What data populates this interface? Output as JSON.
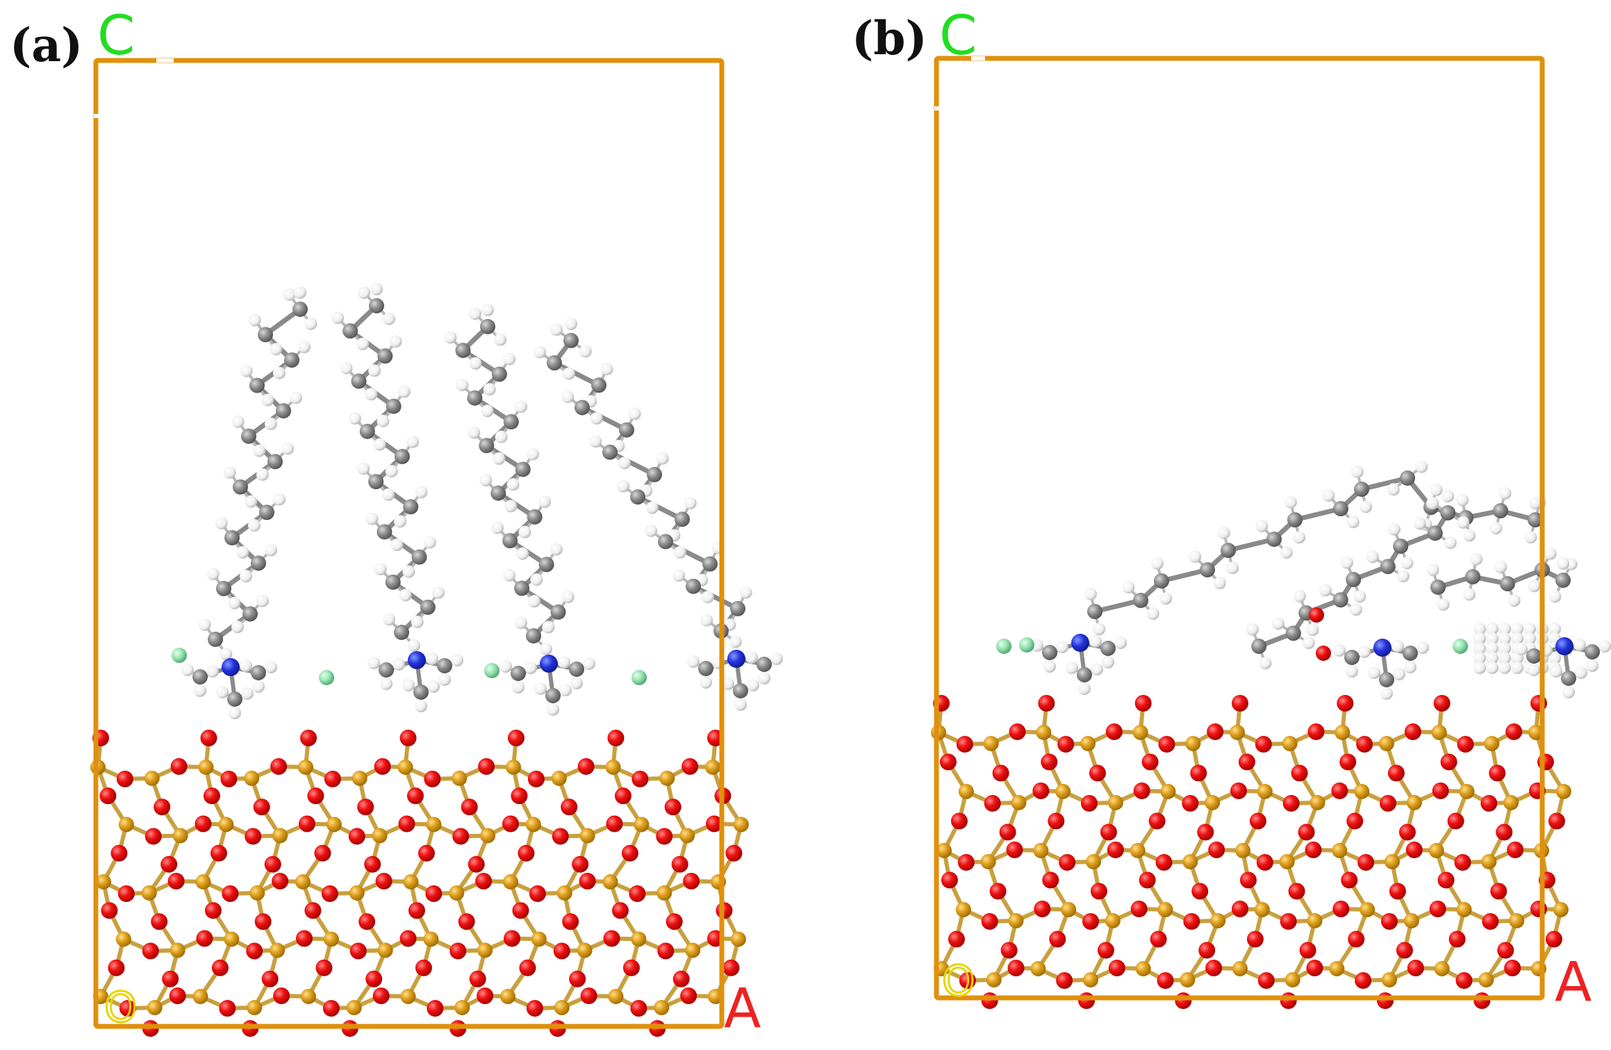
{
  "panels": [
    {
      "id": "a",
      "label": "(a)",
      "axis_labels": {
        "c": "C",
        "a": "A",
        "origin": "O"
      },
      "molecules": "surfactant chains standing upright",
      "colors": {
        "box": "#e0900c",
        "carbon": "#8a8a8a",
        "hydrogen": "#f2f2f2",
        "nitrogen": "#2233dd",
        "oxygen": "#ee1111",
        "silicon": "#e0a020",
        "chloride": "#8fe0a8"
      }
    },
    {
      "id": "b",
      "label": "(b)",
      "axis_labels": {
        "c": "C",
        "a": "A",
        "origin": "O"
      },
      "molecules": "surfactant chains lying flat",
      "colors": {
        "box": "#e0900c",
        "carbon": "#8a8a8a",
        "hydrogen": "#f2f2f2",
        "nitrogen": "#2233dd",
        "oxygen": "#ee1111",
        "silicon": "#e0a020",
        "chloride": "#8fe0a8"
      }
    }
  ]
}
